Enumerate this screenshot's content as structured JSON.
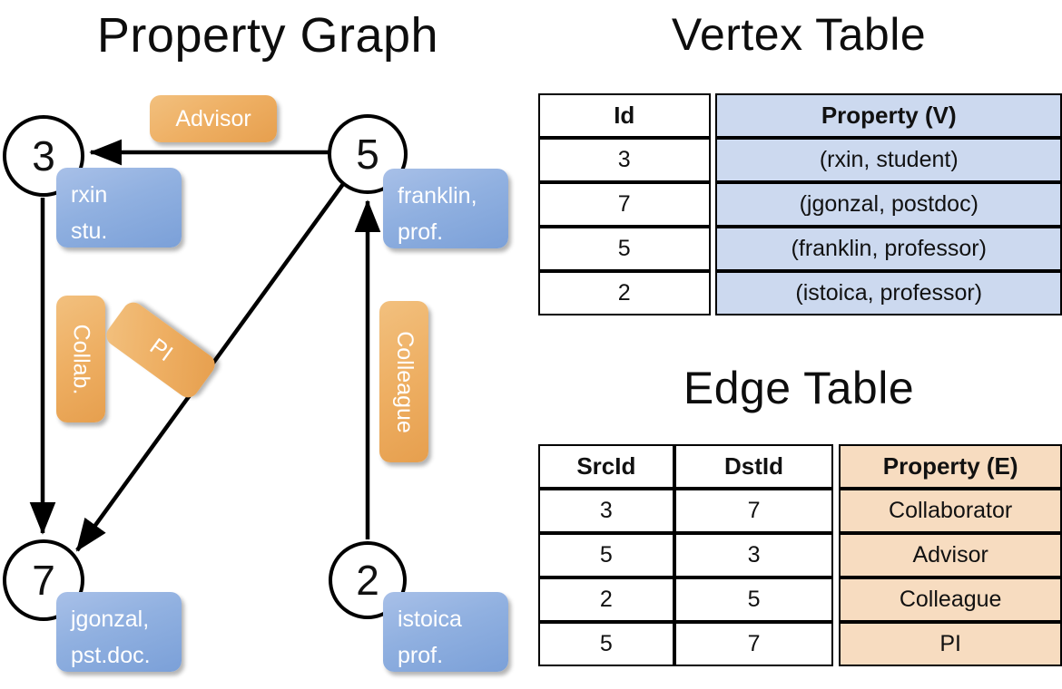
{
  "titles": {
    "property_graph": "Property Graph",
    "vertex_table": "Vertex Table",
    "edge_table": "Edge Table"
  },
  "graph": {
    "nodes": [
      {
        "id": "3",
        "property_label": "rxin\nstu."
      },
      {
        "id": "5",
        "property_label": "franklin,\nprof."
      },
      {
        "id": "7",
        "property_label": "jgonzal,\npst.doc."
      },
      {
        "id": "2",
        "property_label": "istoica\nprof."
      }
    ],
    "node_labels": {
      "n3": "3",
      "n5": "5",
      "n7": "7",
      "n2": "2"
    },
    "vertex_props": {
      "rxin_line1": "rxin",
      "rxin_line2": "stu.",
      "franklin_line1": "franklin,",
      "franklin_line2": "prof.",
      "jgonzal_line1": "jgonzal,",
      "jgonzal_line2": "pst.doc.",
      "istoica_line1": "istoica",
      "istoica_line2": "prof."
    },
    "edge_labels": {
      "advisor": "Advisor",
      "collab": "Collab.",
      "pi": "PI",
      "colleague": "Colleague"
    }
  },
  "vertex_table": {
    "headers": [
      "Id",
      "Property (V)"
    ],
    "rows": [
      {
        "id": "3",
        "property": "(rxin, student)"
      },
      {
        "id": "7",
        "property": "(jgonzal, postdoc)"
      },
      {
        "id": "5",
        "property": "(franklin, professor)"
      },
      {
        "id": "2",
        "property": "(istoica, professor)"
      }
    ]
  },
  "edge_table": {
    "headers": [
      "SrcId",
      "DstId",
      "Property (E)"
    ],
    "rows": [
      {
        "src": "3",
        "dst": "7",
        "property": "Collaborator"
      },
      {
        "src": "5",
        "dst": "3",
        "property": "Advisor"
      },
      {
        "src": "2",
        "dst": "5",
        "property": "Colleague"
      },
      {
        "src": "5",
        "dst": "7",
        "property": "PI"
      }
    ]
  },
  "colors": {
    "vertex_highlight": "#ccd9ef",
    "edge_highlight": "#f7dcc0",
    "vertex_box": "#7ba0d8",
    "edge_box": "#eeaf63",
    "stroke": "#000000",
    "background": "#ffffff"
  }
}
